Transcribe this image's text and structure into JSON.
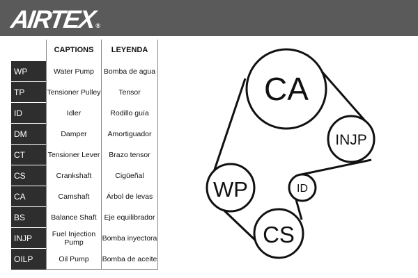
{
  "brand": {
    "name": "AIRTEX",
    "registered": "®"
  },
  "table": {
    "headers": {
      "captions": "CAPTIONS",
      "leyenda": "LEYENDA"
    },
    "rows": [
      {
        "code": "WP",
        "caption": "Water Pump",
        "leyenda": "Bomba de agua"
      },
      {
        "code": "TP",
        "caption": "Tensioner Pulley",
        "leyenda": "Tensor"
      },
      {
        "code": "ID",
        "caption": "Idler",
        "leyenda": "Rodillo guía"
      },
      {
        "code": "DM",
        "caption": "Damper",
        "leyenda": "Amortiguador"
      },
      {
        "code": "CT",
        "caption": "Tensioner Lever",
        "leyenda": "Brazo tensor"
      },
      {
        "code": "CS",
        "caption": "Crankshaft",
        "leyenda": "Cigüeñal"
      },
      {
        "code": "CA",
        "caption": "Camshaft",
        "leyenda": "Árbol de levas"
      },
      {
        "code": "BS",
        "caption": "Balance Shaft",
        "leyenda": "Eje equilibrador"
      },
      {
        "code": "INJP",
        "caption": "Fuel Injection Pump",
        "leyenda": "Bomba inyectora"
      },
      {
        "code": "OILP",
        "caption": "Oil Pump",
        "leyenda": "Bomba de aceite"
      }
    ]
  },
  "diagram": {
    "pulleys": [
      {
        "id": "CA",
        "label": "CA"
      },
      {
        "id": "INJP",
        "label": "INJP"
      },
      {
        "id": "ID",
        "label": "ID"
      },
      {
        "id": "CS",
        "label": "CS"
      },
      {
        "id": "WP",
        "label": "WP"
      }
    ]
  },
  "colors": {
    "header": "#5a5a5a",
    "code_cell": "#2e2e2e",
    "belt": "#111111"
  }
}
